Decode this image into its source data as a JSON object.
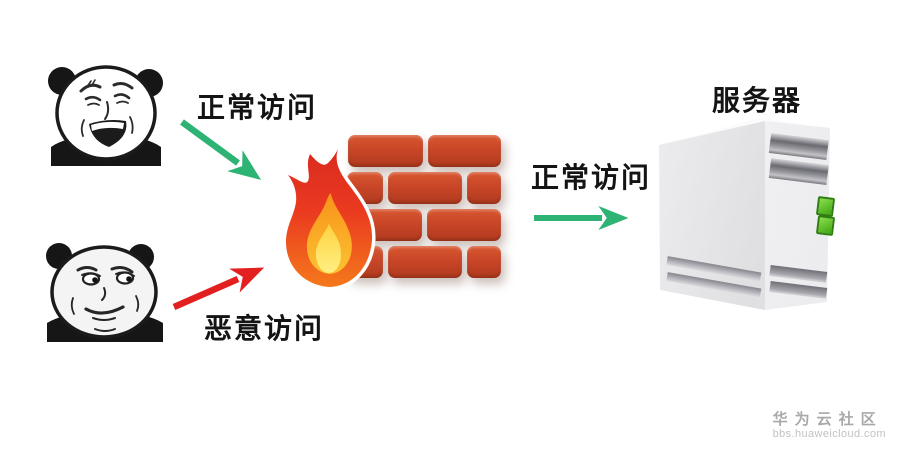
{
  "diagram": {
    "flows": [
      {
        "id": "normal-inbound",
        "label": "正常访问",
        "color": "#2db374",
        "from": "normal-user",
        "to": "firewall"
      },
      {
        "id": "malicious-inbound",
        "label": "恶意访问",
        "color": "#e2201f",
        "from": "malicious-user",
        "to": "firewall"
      },
      {
        "id": "normal-outbound",
        "label": "正常访问",
        "color": "#2db374",
        "from": "firewall",
        "to": "server"
      }
    ],
    "nodes": {
      "normal_user": {
        "icon": "panda-laughing-meme-icon"
      },
      "malicious_user": {
        "icon": "panda-smug-meme-icon"
      },
      "firewall": {
        "icon": "firewall-flame-brick-wall-icon",
        "brick_color": "#c84527",
        "flame_outer_color": "#ea3a20",
        "flame_core_color": "#ffd84d"
      },
      "server": {
        "label": "服务器",
        "icon": "server-tower-icon",
        "led_color": "#54c226"
      }
    }
  },
  "watermark": {
    "site_name": "华为云社区",
    "site_url": "bbs.huaweicloud.com"
  }
}
